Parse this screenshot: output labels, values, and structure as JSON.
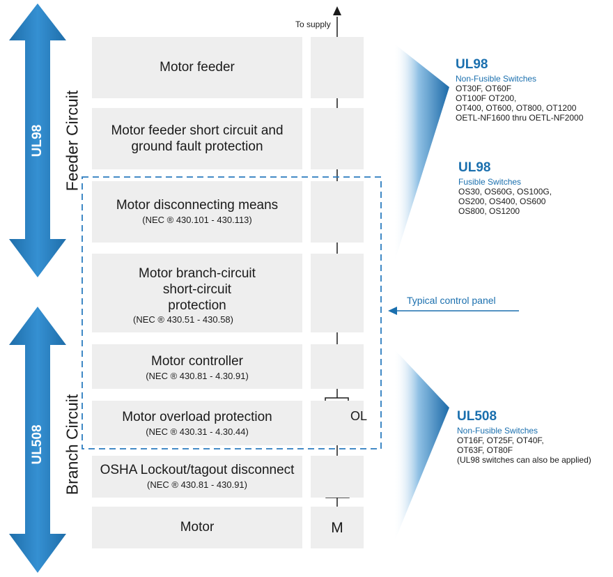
{
  "to_supply": "To supply",
  "rows": [
    {
      "title": [
        "Motor feeder"
      ],
      "sub": ""
    },
    {
      "title": [
        "Motor feeder short circuit and",
        "ground fault protection"
      ],
      "sub": ""
    },
    {
      "title": [
        "Motor disconnecting means"
      ],
      "sub": "(NEC ® 430.101 - 430.113)"
    },
    {
      "title": [
        "Motor branch-circuit",
        "short-circuit",
        "protection"
      ],
      "sub": "(NEC ® 430.51 - 430.58)"
    },
    {
      "title": [
        "Motor controller"
      ],
      "sub": "(NEC ® 430.81 - 4.30.91)"
    },
    {
      "title": [
        "Motor overload protection"
      ],
      "sub": "(NEC ® 430.31 - 4.30.44)"
    },
    {
      "title": [
        "OSHA Lockout/tagout disconnect"
      ],
      "sub": "(NEC ® 430.81 - 430.91)"
    },
    {
      "title": [
        "Motor"
      ],
      "sub": ""
    }
  ],
  "symbols": {
    "overload": "OL",
    "motor": "M"
  },
  "left_arrows": {
    "feeder": {
      "standard": "UL98",
      "label": "Feeder Circuit"
    },
    "branch": {
      "standard": "UL508",
      "label": "Branch Circuit"
    }
  },
  "control_panel_label": "Typical control panel",
  "right_info": [
    {
      "title": "UL98",
      "subtitle": "Non-Fusible Switches",
      "lines": [
        "OT30F, OT60F",
        "OT100F OT200,",
        "OT400, OT600, OT800, OT1200",
        "OETL-NF1600 thru OETL-NF2000"
      ]
    },
    {
      "title": "UL98",
      "subtitle": "Fusible Switches",
      "lines": [
        "OS30, OS60G, OS100G,",
        "OS200, OS400, OS600",
        "OS800, OS1200"
      ]
    },
    {
      "title": "UL508",
      "subtitle": "Non-Fusible Switches",
      "lines": [
        "OT16F, OT25F, OT40F,",
        "OT63F, OT80F",
        "(UL98 switches can also be applied)"
      ]
    }
  ],
  "colors": {
    "accent": "#1a6fae",
    "arrow_dark": "#175a8f",
    "arrow_light": "#2f86c8",
    "box": "#eeeeee",
    "dashed": "#2a7bbf"
  }
}
